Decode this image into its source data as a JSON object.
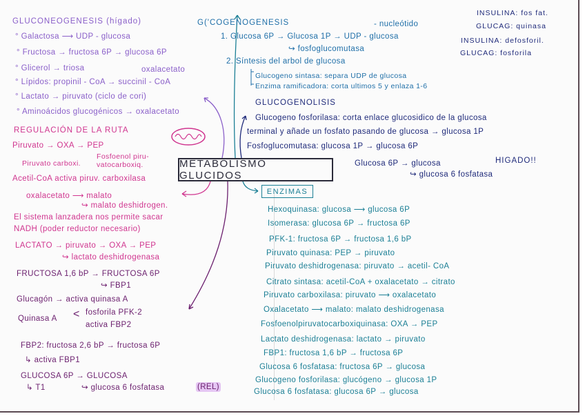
{
  "central_title": "METABOLISMO GLUCIDOS",
  "gluconeogenesis": {
    "title": "GLUCONEOGENESIS (hígado)",
    "items": [
      "° Galactosa ⟶ UDP - glucosa",
      "° Fructosa → fructosa 6P → glucosa 6P",
      "° Glicerol → triosa",
      "° Lípidos: propinil - CoA → succinil - CoA",
      "° Lactato → piruvato (ciclo de cori)",
      "° Aminoácidos glucogénicos → oxalacetato"
    ],
    "side_note": "oxalacetato"
  },
  "regulacion": {
    "title": "REGULACIÓN DE LA RUTA",
    "line1": "Piruvato → OXA → PEP",
    "line1_sub_a": "Piruvato carboxi.",
    "line1_sub_b1": "Fosfoenol piru-",
    "line1_sub_b2": "vatocarboxiq.",
    "line2": "Acetil-CoA activa piruv. carboxilasa",
    "line3": "oxalacetato ⟶ malato",
    "line3_sub": "↪ malato deshidrogen.",
    "line4": "El sistema lanzadera nos permite sacar",
    "line5": "NADH (poder reductor necesario)",
    "line6": "LACTATO → piruvato → OXA → PEP",
    "line6_sub": "↪ lactato deshidrogenasa"
  },
  "regulacion_hormonal": {
    "line1": "FRUCTOSA 1,6 bP → FRUCTOSA 6P",
    "line1_sub": "↪ FBP1",
    "line2": "Glucagón → activa quinasa A",
    "line3_label": "Quinasa A",
    "line3_a": "fosforila PFK-2",
    "line3_b": "activa FBP2",
    "line4": "FBP2: fructosa 2,6 bP → fructosa 6P",
    "line4_sub": "↳ activa FBP1",
    "line5": "GLUCOSA 6P → GLUCOSA",
    "line5_sub_a": "↳ T1",
    "line5_sub_b": "↪ glucosa 6 fosfatasa",
    "line5_badge": "(REL)"
  },
  "glucogenogenesis": {
    "title": "G('COGENOGENESIS",
    "note": "- nucleótido",
    "step1": "1. Glucosa 6P → Glucosa 1P → UDP - glucosa",
    "step1_sub": "↪ fosfoglucomutasa",
    "step2": "2. Síntesis del arbol de glucosa",
    "step2_a": "Glucogeno sintasa: separa UDP de glucosa",
    "step2_b": "Enzima ramificadora: corta ultimos 5 y enlaza 1-6"
  },
  "hormonas": [
    "INSULINA: fos fat.",
    "GLUCAG: quinasa",
    "INSULINA: defosforil.",
    "GLUCAG: fosforila"
  ],
  "glucogenolisis": {
    "title": "GLUCOGENOLISIS",
    "line1": "Glucogeno fosforilasa: corta enlace glucosidico de la glucosa",
    "line2": "terminal y añade un fosfato pasando de glucosa → glucosa 1P",
    "line3": "Fosfoglucomutasa: glucosa 1P → glucosa 6P",
    "line4": "Glucosa 6P → glucosa",
    "line4_sub": "↪ glucosa 6 fosfatasa",
    "note": "HIGADO!!"
  },
  "enzimas": {
    "title": "ENZIMAS",
    "items": [
      "Hexoquinasa: glucosa ⟶ glucosa 6P",
      "Isomerasa: glucosa 6P → fructosa 6P",
      "PFK-1: fructosa 6P → fructosa 1,6 bP",
      "Piruvato quinasa: PEP → piruvato",
      "Piruvato deshidrogenasa: piruvato → acetil- CoA",
      "Citrato sintasa: acetil-CoA + oxalacetato → citrato",
      "Piruvato carboxilasa: piruvato ⟶ oxalacetato",
      "Oxalacetato ⟶ malato: malato deshidrogenasa",
      "Fosfoenolpiruvatocarboxiquinasa: OXA → PEP",
      "Lactato deshidrogenasa: lactato → piruvato",
      "FBP1: fructosa 1,6 bP → fructosa 6P",
      "Glucosa 6 fosfatasa: fructosa 6P → glucosa",
      "Glucogeno fosforilasa: glucógeno → glucosa 1P",
      "Glucosa 6 fosfatasa: glucosa 6P → glucosa"
    ]
  },
  "colors": {
    "lavender": "#8a5fc9",
    "pink": "#d0358f",
    "plum": "#6b1f6e",
    "navy": "#1f2a7a",
    "blue": "#1f6fa8",
    "teal": "#1b7f95"
  }
}
